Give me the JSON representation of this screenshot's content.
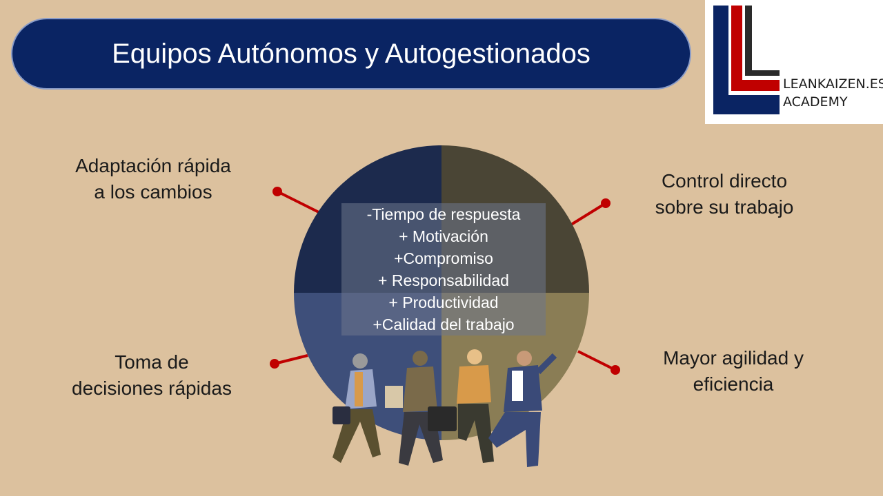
{
  "title": "Equipos Autónomos y Autogestionados",
  "logo": {
    "line1": "LEANKAIZEN.ES",
    "line2": "ACADEMY"
  },
  "labels": {
    "top_left": [
      "Adaptación rápida",
      "a los cambios"
    ],
    "top_right": [
      "Control directo",
      "sobre su trabajo"
    ],
    "bottom_left": [
      "Toma de",
      "decisiones rápidas"
    ],
    "bottom_right": [
      "Mayor agilidad y",
      "eficiencia"
    ]
  },
  "benefits": [
    "-Tiempo de respuesta",
    "+ Motivación",
    "+Compromiso",
    "+ Responsabilidad",
    "+ Productividad",
    "+Calidad del trabajo"
  ],
  "colors": {
    "background": "#dcc19e",
    "title_bar": "#0a2463",
    "quadrant_top_left": "#1c2a4d",
    "quadrant_top_right": "#4a4535",
    "quadrant_bottom_left": "#3e4f7a",
    "quadrant_bottom_right": "#8a7d55",
    "connector": "#c00000",
    "logo_blue": "#0a2463",
    "logo_red": "#c00000",
    "logo_dark": "#2a2a2a"
  }
}
